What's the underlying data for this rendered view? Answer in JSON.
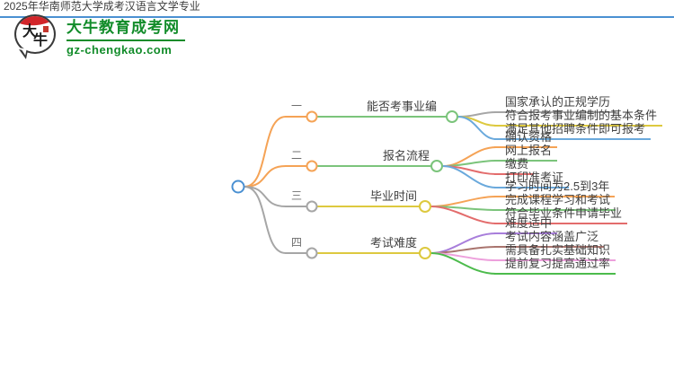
{
  "logo": {
    "icon_text_1": "大",
    "icon_text_2": "牛",
    "title": "大牛教育成考网",
    "domain": "gz-chengkao.com"
  },
  "palette": {
    "center_blue": "#4a90d2",
    "orange": "#f5a356",
    "green": "#7bc47b",
    "yellow": "#ddc93f",
    "blue": "#6aa9dc",
    "gray": "#a6a6a6",
    "red": "#e36c6c",
    "purple": "#a87edb",
    "brown": "#a9746e",
    "pink": "#eda0dc",
    "bright_green": "#4cbb4c",
    "logo_green": "#128c2a"
  },
  "mindmap": {
    "root": {
      "label": "2025年华南师范大学成考汉语言文学专业"
    },
    "branches": [
      {
        "index_label": "一",
        "topic": "能否考事业编",
        "children": [
          {
            "label": "国家承认的正规学历",
            "color": "#a6a6a6"
          },
          {
            "label": "符合报考事业编制的基本条件",
            "color": "#ddc93f"
          },
          {
            "label": "满足其他招聘条件即可报考",
            "color": "#6aa9dc"
          }
        ]
      },
      {
        "index_label": "二",
        "topic": "报名流程",
        "children": [
          {
            "label": "确认资格",
            "color": "#f5a356"
          },
          {
            "label": "网上报名",
            "color": "#7bc47b"
          },
          {
            "label": "缴费",
            "color": "#e36c6c"
          },
          {
            "label": "打印准考证",
            "color": "#6aa9dc"
          }
        ]
      },
      {
        "index_label": "三",
        "topic": "毕业时间",
        "children": [
          {
            "label": "学习时间为2.5到3年",
            "color": "#f5a356"
          },
          {
            "label": "完成课程学习和考试",
            "color": "#7bc47b"
          },
          {
            "label": "符合毕业条件申请毕业",
            "color": "#e36c6c"
          }
        ]
      },
      {
        "index_label": "四",
        "topic": "考试难度",
        "children": [
          {
            "label": "难度适中",
            "color": "#a87edb"
          },
          {
            "label": "考试内容涵盖广泛",
            "color": "#a9746e"
          },
          {
            "label": "需具备扎实基础知识",
            "color": "#eda0dc"
          },
          {
            "label": "提前复习提高通过率",
            "color": "#4cbb4c"
          }
        ]
      }
    ]
  }
}
